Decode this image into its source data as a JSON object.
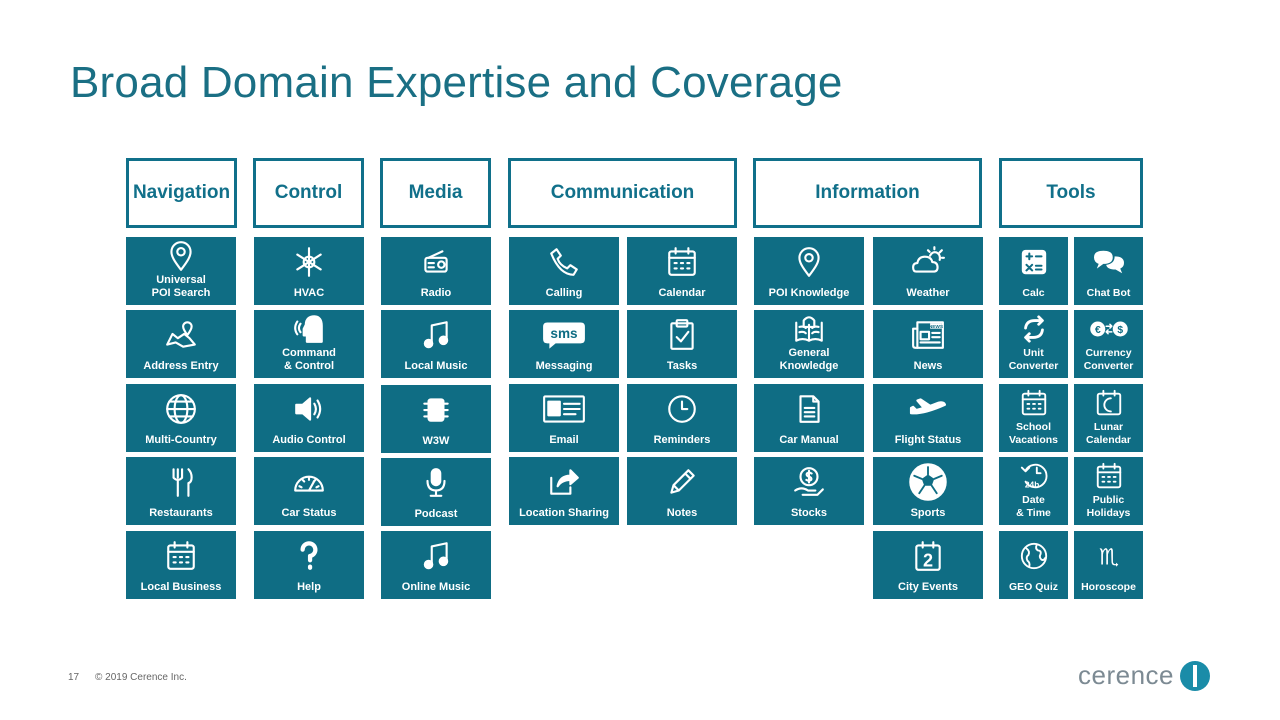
{
  "slide": {
    "title": "Broad Domain Expertise and Coverage",
    "page_number": "17",
    "copyright": "© 2019 Cerence Inc.",
    "logo_text": "cerence",
    "colors": {
      "accent": "#0f6d84",
      "title": "#1a6f84",
      "text_on_tile": "#ffffff"
    }
  },
  "headers": {
    "navigation": "Navigation",
    "control": "Control",
    "media": "Media",
    "communication": "Communication",
    "information": "Information",
    "tools": "Tools"
  },
  "tiles": {
    "universal_poi_search": {
      "label": "Universal\nPOI Search",
      "icon": "map-pin-icon"
    },
    "address_entry": {
      "label": "Address Entry",
      "icon": "map-icon"
    },
    "multi_country": {
      "label": "Multi-Country",
      "icon": "globe-icon"
    },
    "restaurants": {
      "label": "Restaurants",
      "icon": "fork-knife-icon"
    },
    "local_business": {
      "label": "Local Business",
      "icon": "calendar-grid-icon"
    },
    "hvac": {
      "label": "HVAC",
      "icon": "snowflake-sun-icon"
    },
    "command_control": {
      "label": "Command\n& Control",
      "icon": "voice-head-icon"
    },
    "audio_control": {
      "label": "Audio Control",
      "icon": "speaker-icon"
    },
    "car_status": {
      "label": "Car Status",
      "icon": "gauge-icon"
    },
    "help": {
      "label": "Help",
      "icon": "question-mark-icon"
    },
    "radio": {
      "label": "Radio",
      "icon": "radio-icon"
    },
    "local_music": {
      "label": "Local Music",
      "icon": "music-note-icon"
    },
    "w3w": {
      "label": "W3W",
      "icon": "chip-icon"
    },
    "podcast": {
      "label": "Podcast",
      "icon": "microphone-icon"
    },
    "online_music": {
      "label": "Online Music",
      "icon": "music-note-icon"
    },
    "calling": {
      "label": "Calling",
      "icon": "phone-icon"
    },
    "messaging": {
      "label": "Messaging",
      "icon": "sms-bubble-icon",
      "icon_text": "sms"
    },
    "email": {
      "label": "Email",
      "icon": "id-card-icon"
    },
    "location_sharing": {
      "label": "Location Sharing",
      "icon": "share-icon"
    },
    "calendar": {
      "label": "Calendar",
      "icon": "calendar-icon"
    },
    "tasks": {
      "label": "Tasks",
      "icon": "clipboard-check-icon"
    },
    "reminders": {
      "label": "Reminders",
      "icon": "clock-icon"
    },
    "notes": {
      "label": "Notes",
      "icon": "pencil-icon"
    },
    "poi_knowledge": {
      "label": "POI Knowledge",
      "icon": "map-pin-icon"
    },
    "general_knowledge": {
      "label": "General\nKnowledge",
      "icon": "book-icon"
    },
    "car_manual": {
      "label": "Car Manual",
      "icon": "document-icon"
    },
    "stocks": {
      "label": "Stocks",
      "icon": "dollar-hand-icon"
    },
    "weather": {
      "label": "Weather",
      "icon": "sun-cloud-icon"
    },
    "news": {
      "label": "News",
      "icon": "newspaper-icon",
      "icon_text": "NEWS"
    },
    "flight_status": {
      "label": "Flight Status",
      "icon": "airplane-icon"
    },
    "sports": {
      "label": "Sports",
      "icon": "soccer-ball-icon"
    },
    "city_events": {
      "label": "City Events",
      "icon": "calendar-number-icon",
      "icon_text": "2"
    },
    "calc": {
      "label": "Calc",
      "icon": "calculator-icon"
    },
    "unit_converter": {
      "label": "Unit\nConverter",
      "icon": "arrows-cycle-icon"
    },
    "school_vacations": {
      "label": "School\nVacations",
      "icon": "calendar-grid-icon"
    },
    "date_time": {
      "label": "Date\n& Time",
      "icon": "clock-24h-icon",
      "icon_text": "24h"
    },
    "geo_quiz": {
      "label": "GEO Quiz",
      "icon": "globe-icon"
    },
    "chat_bot": {
      "label": "Chat Bot",
      "icon": "chat-bubbles-icon"
    },
    "currency_converter": {
      "label": "Currency\nConverter",
      "icon": "currency-exchange-icon",
      "icon_text": "€ $"
    },
    "lunar_calendar": {
      "label": "Lunar\nCalendar",
      "icon": "moon-calendar-icon"
    },
    "public_holidays": {
      "label": "Public\nHolidays",
      "icon": "calendar-grid-icon"
    },
    "horoscope": {
      "label": "Horoscope",
      "icon": "scorpio-sign-icon",
      "icon_text": "♏"
    }
  }
}
